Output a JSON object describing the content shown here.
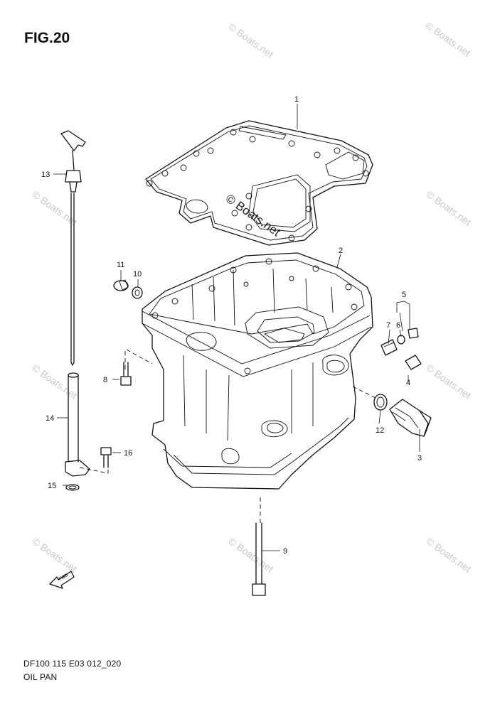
{
  "figure": {
    "title": "FIG.20",
    "code": "DF100 115 E03 012_020",
    "name": "OIL PAN"
  },
  "watermark": {
    "text": "© Boats.net",
    "center_text": "© Boats.net"
  },
  "fwd_label": "FWD",
  "callouts": [
    "1",
    "2",
    "3",
    "4",
    "5",
    "6",
    "7",
    "8",
    "9",
    "10",
    "11",
    "12",
    "13",
    "14",
    "15",
    "16"
  ]
}
